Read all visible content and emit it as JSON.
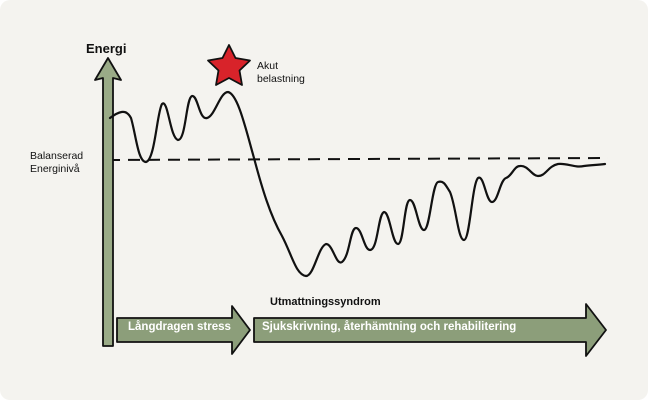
{
  "axis": {
    "y_title": "Energi",
    "balanced_line_label": [
      "Balanserad",
      "Energinivå"
    ]
  },
  "annotations": {
    "peak_label": [
      "Akut",
      "belastning"
    ],
    "phase_heading": "Utmattningssyndrom"
  },
  "phases": [
    {
      "label": "Långdragen stress"
    },
    {
      "label": "Sjukskrivning, återhämtning och rehabilitering"
    }
  ],
  "colors": {
    "background": "#f4f3ef",
    "axis_fill": "#9aab87",
    "phase_arrow_fill": "#8c9e7a",
    "star": "#d8232a",
    "line": "#111111",
    "text_on_arrow": "#ffffff"
  },
  "icons": {
    "peak_marker": "star-icon"
  }
}
